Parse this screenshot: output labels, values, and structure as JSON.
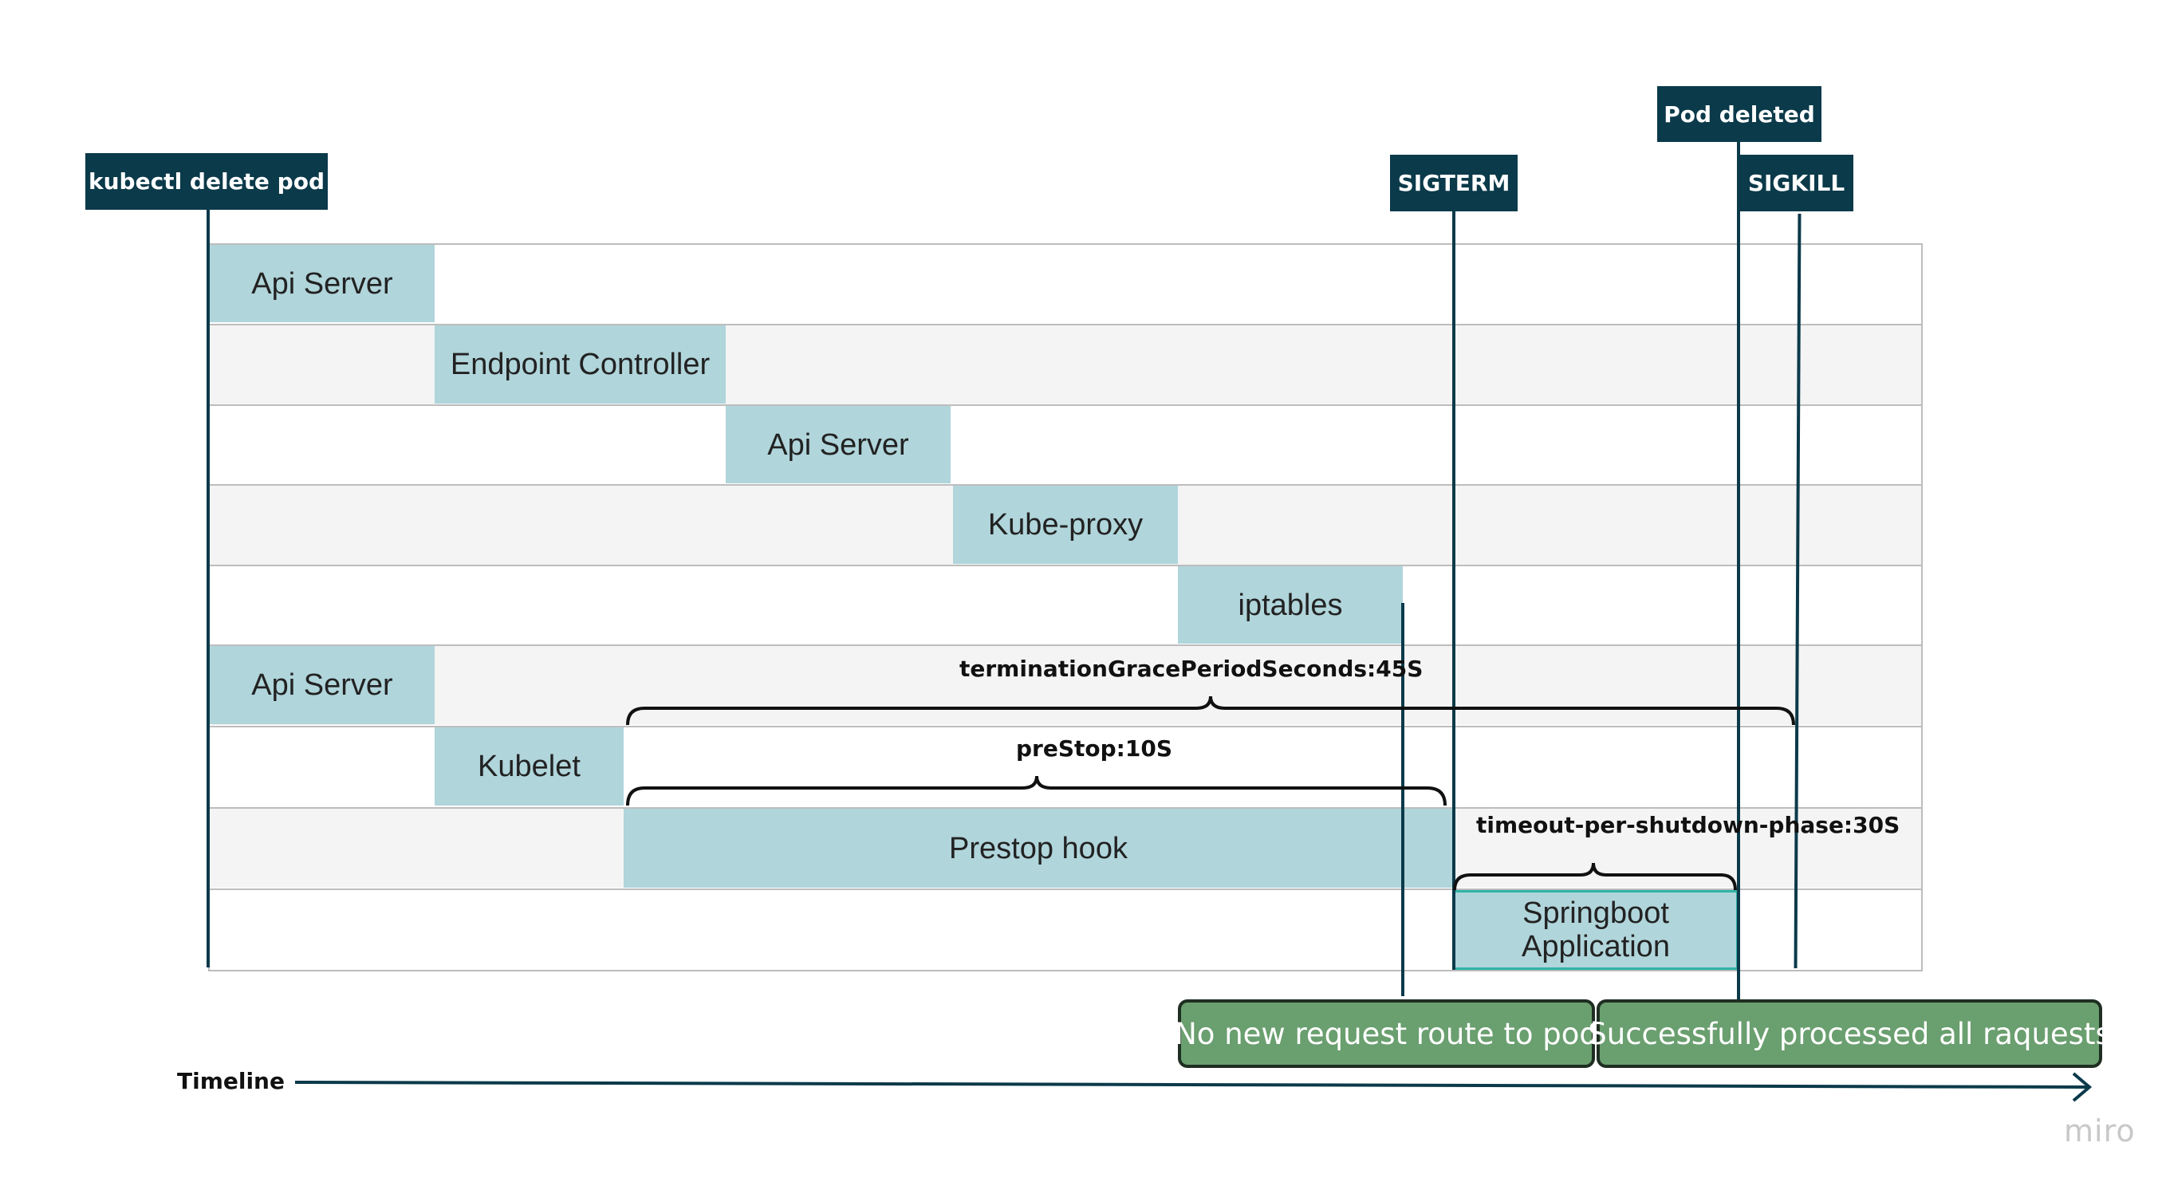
{
  "events": {
    "kubectl": "kubectl delete pod",
    "sigterm": "SIGTERM",
    "pod_deleted": "Pod deleted",
    "sigkill": "SIGKILL"
  },
  "lanes": [
    {
      "label": "Api Server"
    },
    {
      "label": "Endpoint Controller"
    },
    {
      "label": "Api Server"
    },
    {
      "label": "Kube-proxy"
    },
    {
      "label": "iptables"
    },
    {
      "label": "Api Server"
    },
    {
      "label": "Kubelet"
    },
    {
      "label": "Prestop hook"
    },
    {
      "label": "Springboot Application"
    }
  ],
  "springboot": {
    "line1": "Springboot",
    "line2": "Application"
  },
  "braces": {
    "grace": "terminationGracePeriodSeconds:45S",
    "prestop": "preStop:10S",
    "shutdown": "timeout-per-shutdown-phase:30S"
  },
  "results": {
    "no_route": "No new request route to pod",
    "processed": "Successfully processed all raquests"
  },
  "timeline": {
    "label": "Timeline"
  },
  "watermark": "miro",
  "colors": {
    "tag_bg": "#0b3a4a",
    "block_bg": "#b0d5db",
    "result_bg": "#6a9f6f",
    "lane_alt": "#f4f4f4"
  }
}
